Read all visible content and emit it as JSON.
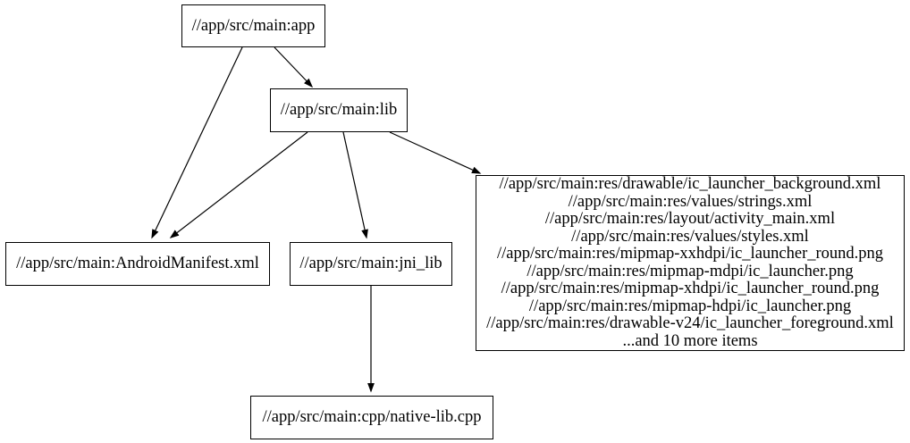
{
  "graph": {
    "type": "dependency-graph",
    "background": "#ffffff",
    "node_border_color": "#000000",
    "edge_color": "#000000",
    "text_color": "#000000",
    "nodes": {
      "app": {
        "label": "//app/src/main:app"
      },
      "lib": {
        "label": "//app/src/main:lib"
      },
      "android_manifest": {
        "label": "//app/src/main:AndroidManifest.xml"
      },
      "jni_lib": {
        "label": "//app/src/main:jni_lib"
      },
      "resources": {
        "lines": [
          "//app/src/main:res/drawable/ic_launcher_background.xml",
          "//app/src/main:res/values/strings.xml",
          "//app/src/main:res/layout/activity_main.xml",
          "//app/src/main:res/values/styles.xml",
          "//app/src/main:res/mipmap-xxhdpi/ic_launcher_round.png",
          "//app/src/main:res/mipmap-mdpi/ic_launcher.png",
          "//app/src/main:res/mipmap-xhdpi/ic_launcher_round.png",
          "//app/src/main:res/mipmap-hdpi/ic_launcher.png",
          "//app/src/main:res/drawable-v24/ic_launcher_foreground.xml",
          "...and 10 more items"
        ]
      },
      "native_lib": {
        "label": "//app/src/main:cpp/native-lib.cpp"
      }
    },
    "edges": [
      {
        "from": "app",
        "to": "lib"
      },
      {
        "from": "app",
        "to": "android_manifest"
      },
      {
        "from": "lib",
        "to": "android_manifest"
      },
      {
        "from": "lib",
        "to": "jni_lib"
      },
      {
        "from": "lib",
        "to": "resources"
      },
      {
        "from": "jni_lib",
        "to": "native_lib"
      }
    ]
  }
}
